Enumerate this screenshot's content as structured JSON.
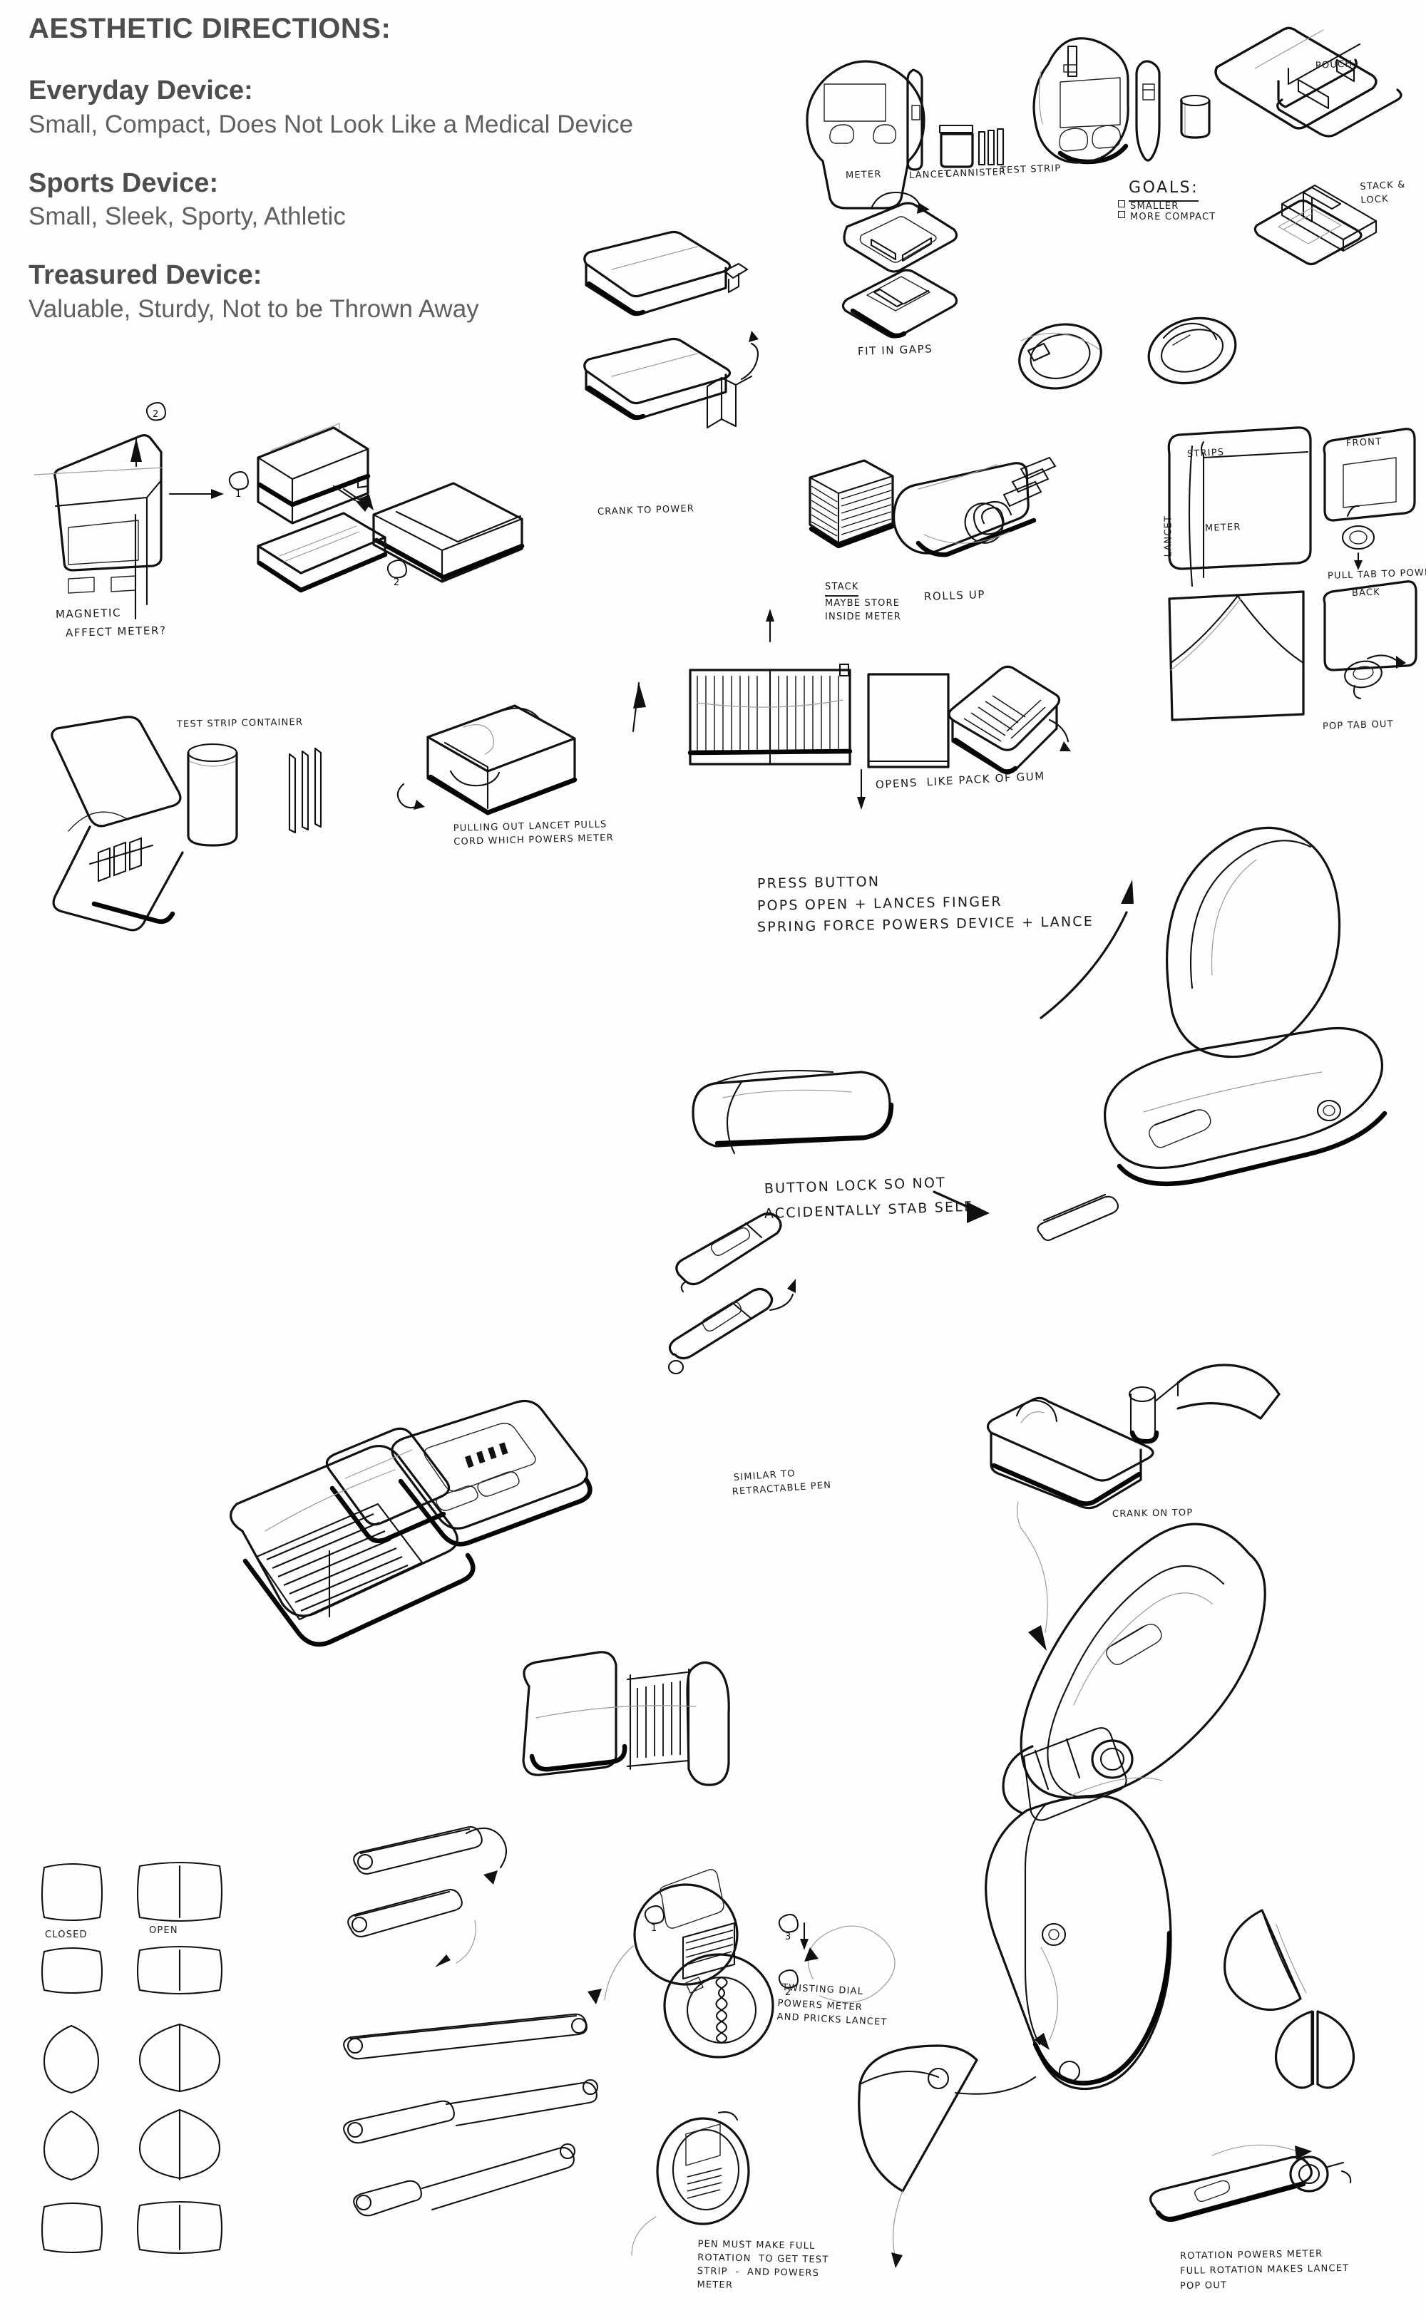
{
  "page": {
    "title": "AESTHETIC DIRECTIONS:",
    "background_color": "#ffffff",
    "ink_color": "#111111",
    "text_color": "#4d4d4d"
  },
  "directions": [
    {
      "term": "Everyday Device:",
      "description": "Small, Compact, Does Not Look Like a Medical Device"
    },
    {
      "term": "Sports Device:",
      "description": "Small, Sleek, Sporty, Athletic"
    },
    {
      "term": "Treasured Device:",
      "description": "Valuable, Sturdy, Not to be Thrown Away"
    }
  ],
  "annotations": {
    "component_meter": "METER",
    "component_lancet": "LANCET",
    "component_cannister": "CANNISTER",
    "component_test_strip": "TEST STRIP",
    "goals_heading": "GOALS:",
    "goal_1": "SMALLER",
    "goal_2": "MORE COMPACT",
    "pouch": "POUCH",
    "stack_and_lock": "STACK &\nLOCK",
    "fit_in_gaps": "FIT IN GAPS",
    "magnetic": "MAGNETIC",
    "affect_meter": "AFFECT METER?",
    "crank_to_power": "CRANK TO POWER",
    "stack_heading": "STACK",
    "stack_body": "MAYBE STORE\nINSIDE METER",
    "rolls_up": "ROLLS UP",
    "strips": "STRIPS",
    "lancet_side": "LANCET",
    "meter_face": "METER",
    "front": "FRONT",
    "pull_tab_to_power": "PULL TAB TO POWER",
    "back": "BACK",
    "pop_tab_out": "POP TAB OUT",
    "test_strip_container": "TEST STRIP CONTAINER",
    "pulling_out_lancet": "PULLING OUT LANCET PULLS\nCORD WHICH POWERS METER",
    "opens_like_gum": "OPENS  LIKE PACK OF GUM",
    "press_button": "PRESS BUTTON",
    "pops_open": "POPS OPEN + LANCES FINGER",
    "spring_force": "SPRING FORCE POWERS DEVICE + LANCE",
    "button_lock": "BUTTON LOCK SO NOT",
    "accidentally_stab": "ACCIDENTALLY STAB SELF",
    "similar_to": "SIMILAR TO",
    "retractable_pen": "RETRACTABLE PEN",
    "crank_on_top": "CRANK ON TOP",
    "closed": "CLOSED",
    "open": "OPEN",
    "twisting_dial": "TWISTING DIAL",
    "twisting_dial_body": "POWERS METER\nAND PRICKS LANCET",
    "twisting_dial_strike": "PRICKS",
    "pen_must_make_full": "PEN MUST MAKE FULL\nROTATION  TO GET TEST\nSTRIP  -  AND POWERS\nMETER",
    "rotation_powers_meter": "ROTATION POWERS METER",
    "full_rotation": "FULL ROTATION MAKES LANCET",
    "pop_out": "POP OUT",
    "callout_1": "1",
    "callout_2": "2",
    "callout_3": "3"
  }
}
